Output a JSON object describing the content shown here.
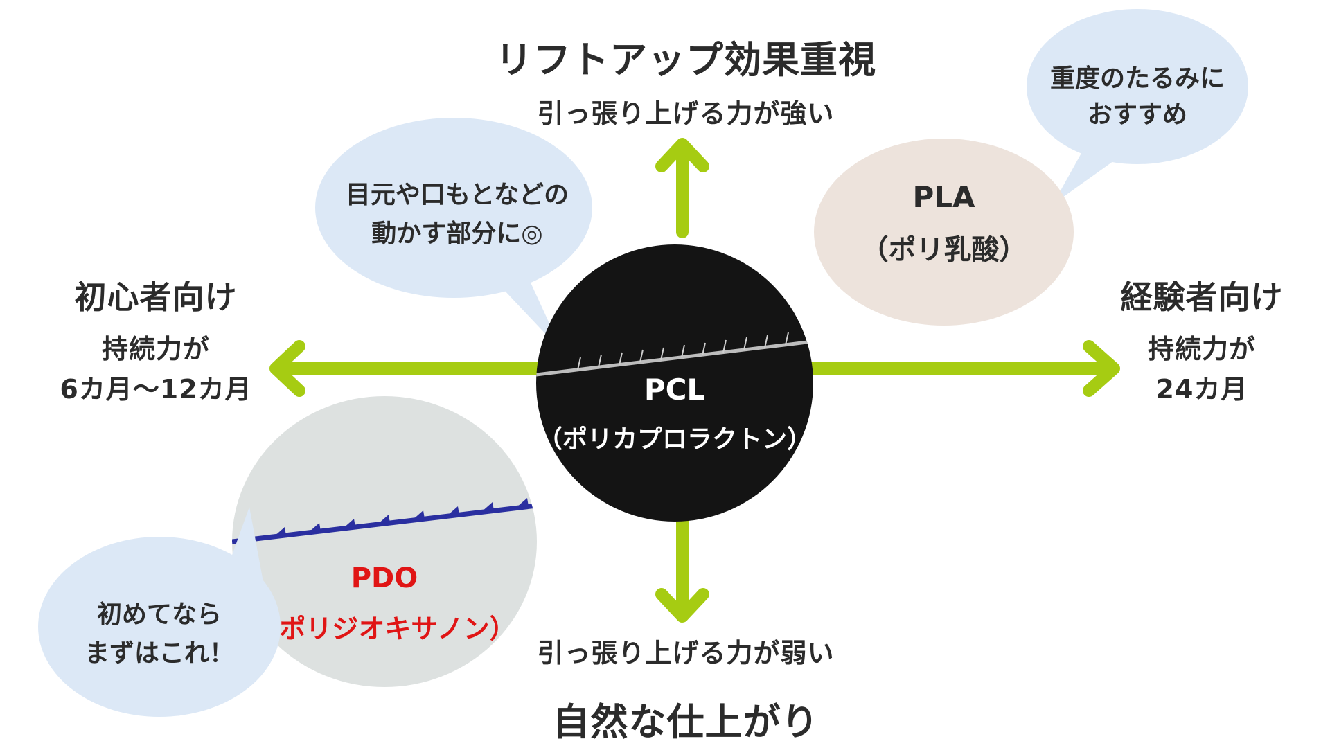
{
  "axes": {
    "top_title": "リフトアップ効果重視",
    "top_sub": "引っ張り上げる力が強い",
    "bottom_title": "自然な仕上がり",
    "bottom_sub": "引っ張り上げる力が弱い",
    "left_title": "初心者向け",
    "left_sub_1": "持続力が",
    "left_sub_2": "6カ月〜12カ月",
    "right_title": "経験者向け",
    "right_sub_1": "持続力が",
    "right_sub_2": "24カ月",
    "arrow_color": "#a6cc12"
  },
  "center": {
    "name": "PCL",
    "full": "（ポリカプロラクトン）"
  },
  "pla": {
    "name": "PLA",
    "full": "（ポリ乳酸）"
  },
  "pdo": {
    "name": "PDO",
    "full": "（ポリジオキサノン）",
    "name_color": "#e01515"
  },
  "bubbles": {
    "pcl_line1": "目元や口もとなどの",
    "pcl_line2": "動かす部分に◎",
    "pla_line1": "重度のたるみに",
    "pla_line2": "おすすめ",
    "pdo_line1": "初めてなら",
    "pdo_line2": "まずはこれ！",
    "fill": "#dce8f6"
  }
}
